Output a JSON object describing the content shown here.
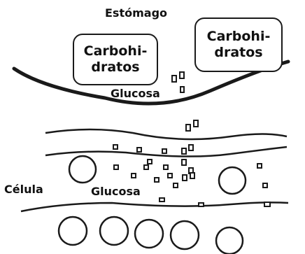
{
  "labels": {
    "stomach": "Estómago",
    "cell": "Célula",
    "glucose_top": "Glucosa",
    "glucose_bottom": "Glucosa"
  },
  "boxes": {
    "left": {
      "line1": "Carbohi-",
      "line2": "dratos"
    },
    "right": {
      "line1": "Carbohi-",
      "line2": "dratos"
    }
  }
}
